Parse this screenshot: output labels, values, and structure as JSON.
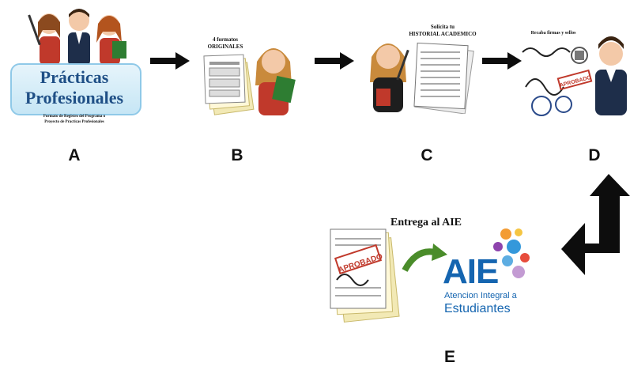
{
  "steps": {
    "a": {
      "letter": "A",
      "title_line1": "Prácticas",
      "title_line2": "Profesionales",
      "caption_line1": "Formato de Registro del Programa o",
      "caption_line2": "Proyecto de Practicas Profesionales"
    },
    "b": {
      "letter": "B",
      "caption_line1": "4 formatos",
      "caption_line2": "ORIGINALES"
    },
    "c": {
      "letter": "C",
      "caption_line1": "Solicita tu",
      "caption_line2": "HISTORIAL ACADEMICO"
    },
    "d": {
      "letter": "D",
      "caption": "Recaba firmas y sellos",
      "stamp_text": "APROBADO"
    },
    "e": {
      "letter": "E",
      "caption": "Entrega al AIE",
      "stamp_text": "APROBADO",
      "logo_word": "AIE",
      "logo_line1": "Atencion Integral a",
      "logo_line2": "Estudiantes"
    }
  },
  "colors": {
    "arrow": "#0d0d0d",
    "title_blue": "#1f4f86",
    "logo_blue": "#1565b0",
    "stamp_red": "#c0392b",
    "curved_arrow_green": "#4a8c2a"
  }
}
